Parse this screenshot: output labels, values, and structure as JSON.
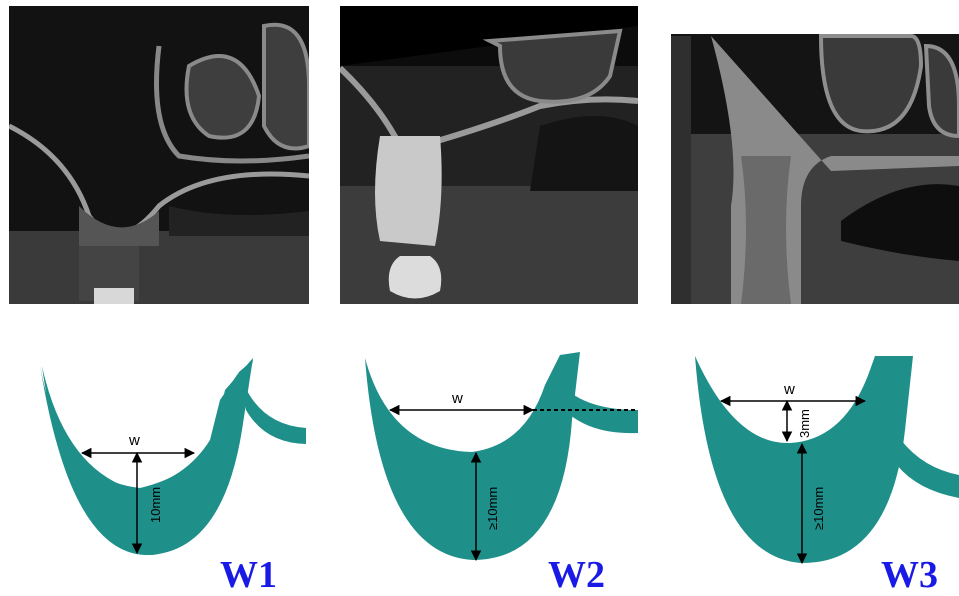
{
  "panels": [
    {
      "id": "W1",
      "caption": "W1",
      "width_label": "w",
      "depth_labels": [
        "10mm"
      ]
    },
    {
      "id": "W2",
      "caption": "W2",
      "width_label": "w",
      "depth_labels": [
        "≥10mm"
      ]
    },
    {
      "id": "W3",
      "caption": "W3",
      "width_label": "w",
      "depth_labels": [
        "3mm",
        "≥10mm"
      ]
    }
  ],
  "colors": {
    "bone": "#1f8f8a",
    "caption": "#1a1ae6"
  }
}
